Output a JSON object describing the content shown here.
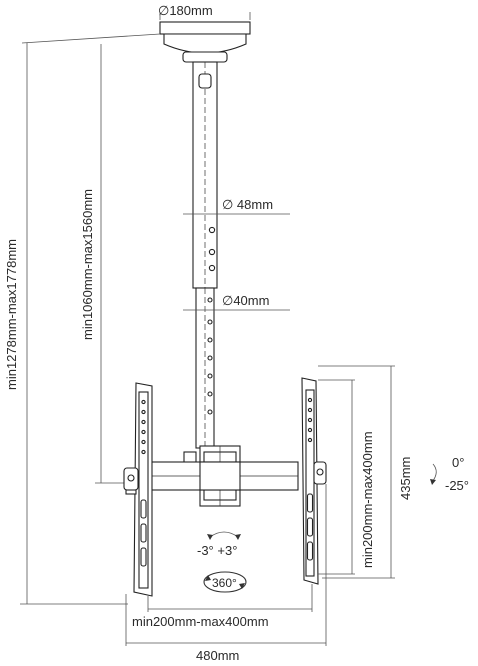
{
  "labels": {
    "ceiling_plate_diameter": "∅180mm",
    "outer_tube_diameter": "∅ 48mm",
    "inner_tube_diameter": "∅40mm",
    "total_height_range": "min1278mm-max1778mm",
    "pole_height_range": "min1060mm-max1560mm",
    "vertical_hole_range": "min200mm-max400mm",
    "bracket_height": "435mm",
    "tilt_up": "0°",
    "tilt_down": "-25°",
    "level_adjust": "-3° +3°",
    "swivel": "360°",
    "horizontal_hole_range": "min200mm-max400mm",
    "bracket_width": "480mm"
  }
}
